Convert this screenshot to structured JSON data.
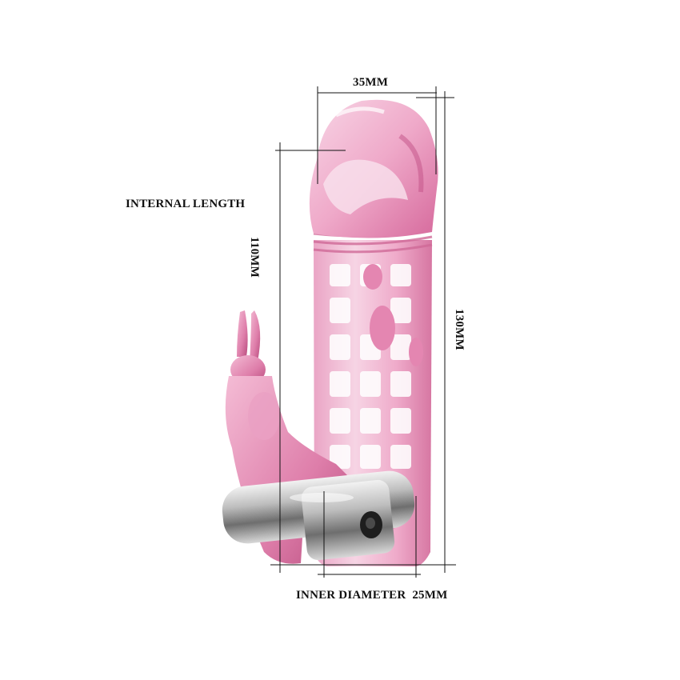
{
  "labels": {
    "internal_length": "INTERNAL LENGTH",
    "width_top": "35MM",
    "internal_length_value": "110MM",
    "total_length_value": "130MM",
    "inner_diameter": "INNER DIAMETER",
    "inner_diameter_value": "25MM"
  },
  "colors": {
    "sleeve_pink": "#e98ab3",
    "sleeve_light": "#f6c6dc",
    "sleeve_dark": "#c85a8c",
    "bullet_silver": "#b5b5b5",
    "line": "#111111"
  }
}
